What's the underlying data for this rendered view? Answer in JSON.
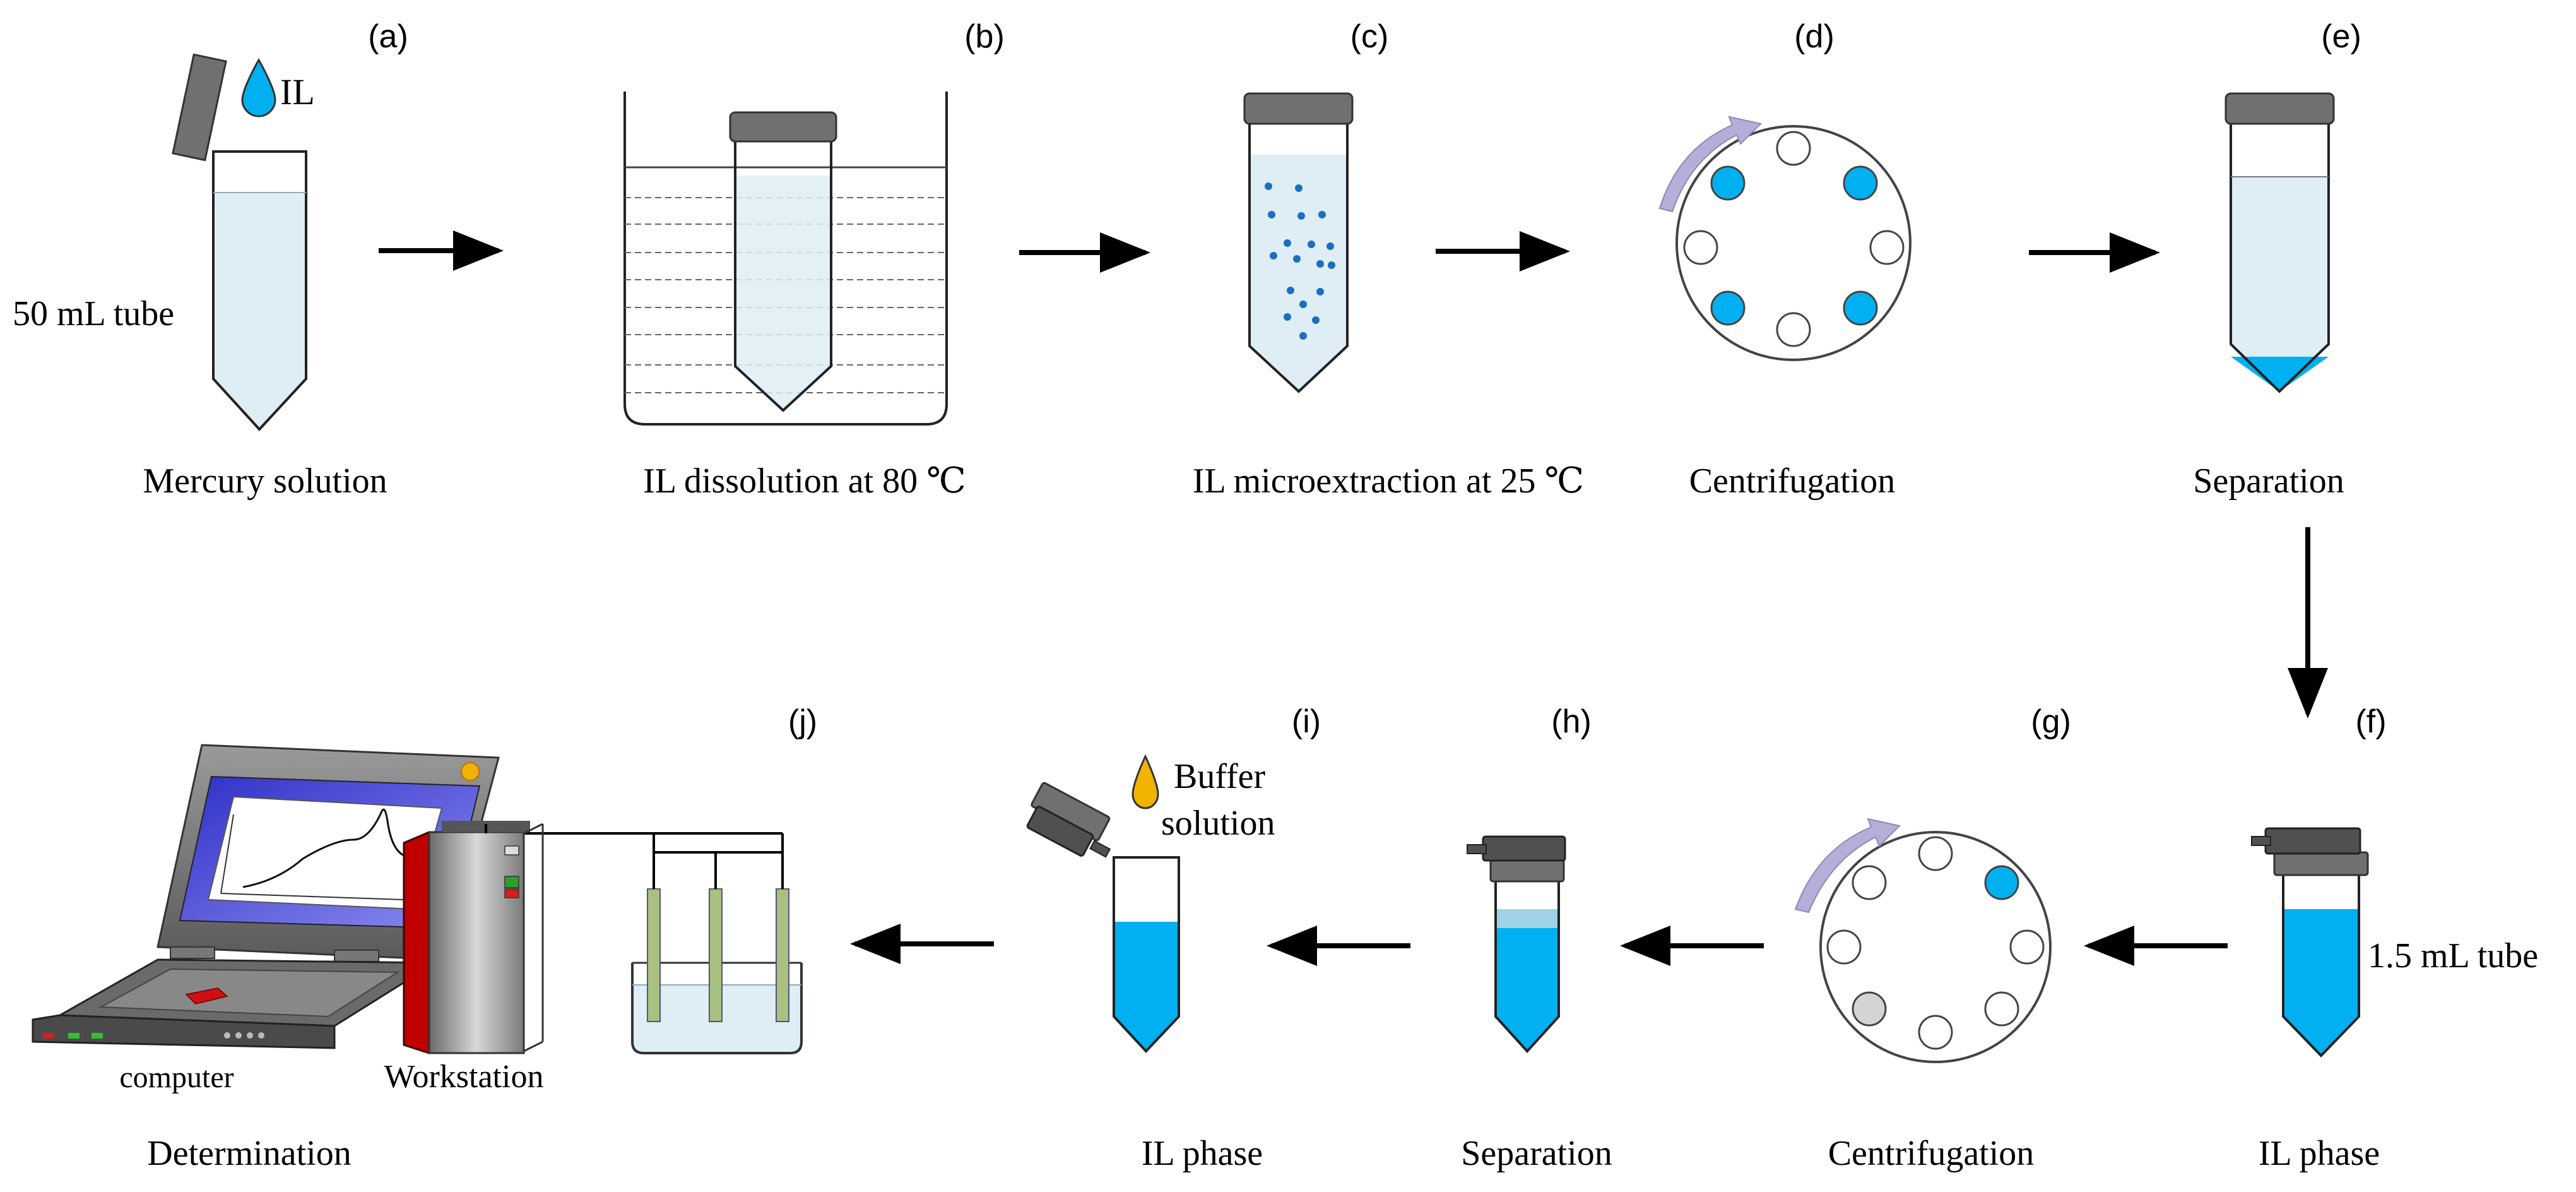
{
  "steps": {
    "a": {
      "index": "(a)",
      "caption": "Mercury solution",
      "tube_label": "50 mL tube",
      "drop_label": "IL"
    },
    "b": {
      "index": "(b)",
      "caption": "IL dissolution at 80 ℃"
    },
    "c": {
      "index": "(c)",
      "caption": "IL microextraction at 25 ℃"
    },
    "d": {
      "index": "(d)",
      "caption": "Centrifugation"
    },
    "e": {
      "index": "(e)",
      "caption": "Separation"
    },
    "f": {
      "index": "(f)",
      "caption": "IL phase",
      "tube_label": "1.5 mL tube"
    },
    "g": {
      "index": "(g)",
      "caption": "Centrifugation"
    },
    "h": {
      "index": "(h)",
      "caption": "Separation"
    },
    "i": {
      "index": "(i)",
      "caption": "IL phase",
      "drop_label_1": "Buffer",
      "drop_label_2": "solution"
    },
    "j": {
      "index": "(j)",
      "caption": "Determination",
      "computer_label": "computer",
      "workstation_label": "Workstation"
    }
  },
  "colors": {
    "solution_light": "#deeef4",
    "ionic_liquid_blue": "#00b0f0",
    "cap_gray": "#707070",
    "buffer_drop": "#f0b400",
    "workstation_red": "#c00000",
    "electrode_green": "#a8c080",
    "rotation_arrow": "#b4aed8"
  }
}
